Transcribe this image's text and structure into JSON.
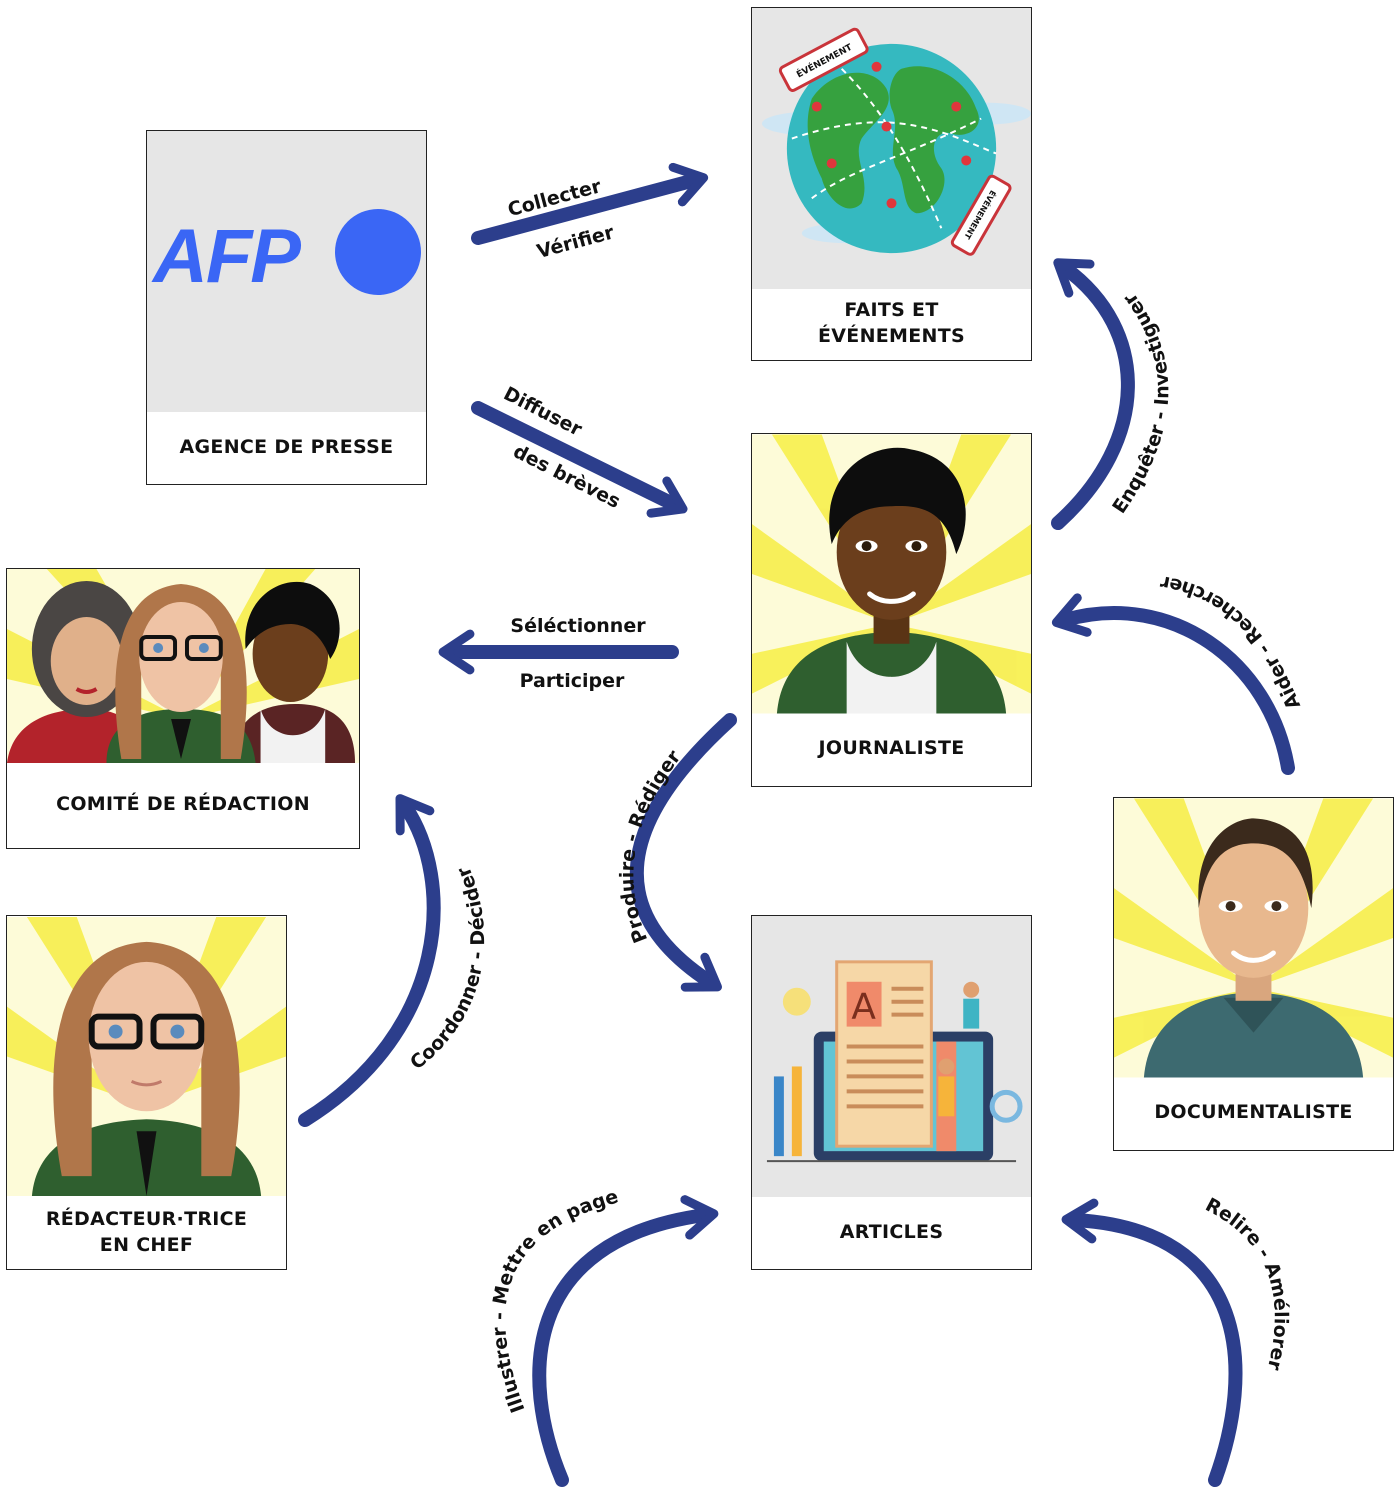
{
  "nodes": {
    "agence": {
      "label": "AGENCE DE PRESSE",
      "logo_text": "AFP"
    },
    "faits": {
      "line1": "FAITS ET",
      "line2": "ÉVÉNEMENTS",
      "sign_text": "ÉVÉNEMENT"
    },
    "journaliste": {
      "label": "JOURNALISTE"
    },
    "comite": {
      "label": "COMITÉ DE RÉDACTION"
    },
    "redacteur": {
      "line1": "RÉDACTEUR·TRICE",
      "line2": "EN CHEF"
    },
    "articles": {
      "label": "ARTICLES"
    },
    "documentaliste": {
      "label": "DOCUMENTALISTE"
    }
  },
  "flows": {
    "collecter": "Collecter",
    "verifier": "Vérifier",
    "diffuser": "Diffuser",
    "breves": "des brèves",
    "enqueter": "Enquêter - Investiguer",
    "aider": "Aider - Rechercher",
    "selectionner": "Séléctionner",
    "participer": "Participer",
    "produire": "Produire - Rédiger",
    "coordonner": "Coordonner - Décider",
    "illustrer": "Illustrer - Mettre en page",
    "relire": "Relire - Améliorer"
  },
  "colors": {
    "arrow": "#2c3e8c",
    "afp_blue": "#3a66f5",
    "sun_yellow": "#f7ee45",
    "card_gray": "#e6e6e6"
  }
}
